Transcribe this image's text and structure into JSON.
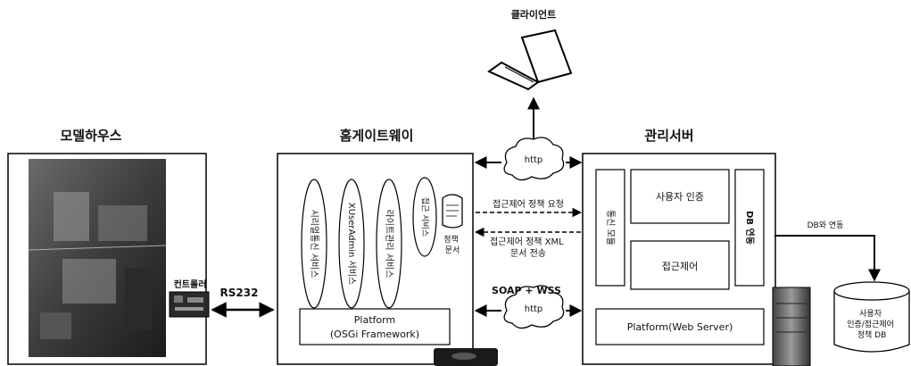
{
  "client": {
    "label": "클라이언트"
  },
  "model_house": {
    "label": "모델하우스",
    "controller_label": "컨트롤러"
  },
  "rs232": {
    "label": "RS232"
  },
  "home_gateway": {
    "label": "홈게이트웨이",
    "services": [
      "시리얼통신 서비스",
      "XUserAdmin 서비스",
      "라이트관리 서비스",
      "접근 서비스"
    ],
    "policy_doc": "정책\n문서",
    "platform": "Platform",
    "platform_sub": "(OSGi Framework)"
  },
  "http_label": "http",
  "access_request": "접근제어 정책 요청",
  "access_send": "접근제어 정책 XML\n문서 전송",
  "soap_label": "SOAP + WSS",
  "mgmt_server": {
    "label": "관리서버",
    "comm_module": "통신 모듈",
    "user_auth": "사용자 인증",
    "access_control": "접근제어",
    "db_link": "DB 연동",
    "platform": "Platform(Web Server)"
  },
  "db_link_label": "DB와 연동",
  "database": {
    "label": "사용자\n인증/접근제어\n정책 DB"
  }
}
